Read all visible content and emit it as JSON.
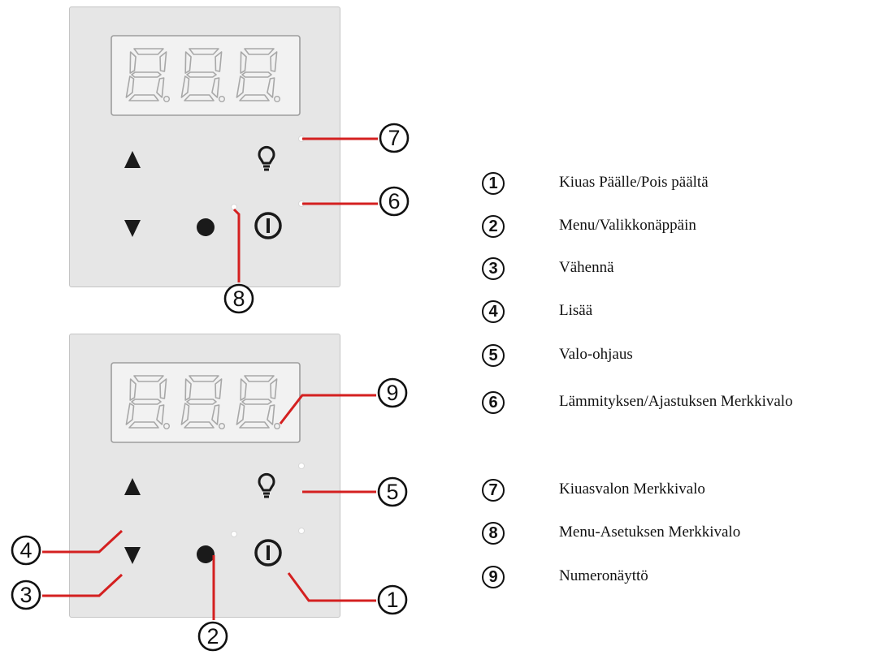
{
  "display": {
    "digit_count": 3
  },
  "panels": [
    {
      "name": "panel-overview",
      "callouts": [
        "7",
        "6",
        "8"
      ]
    },
    {
      "name": "panel-detail",
      "callouts": [
        "9",
        "5",
        "4",
        "1",
        "3",
        "2"
      ]
    }
  ],
  "legend": [
    {
      "num": "1",
      "label": "Kiuas Päälle/Pois päältä"
    },
    {
      "num": "2",
      "label": "Menu/Valikkonäppäin"
    },
    {
      "num": "3",
      "label": "Vähennä"
    },
    {
      "num": "4",
      "label": "Lisää"
    },
    {
      "num": "5",
      "label": "Valo-ohjaus"
    },
    {
      "num": "6",
      "label": "Lämmityksen/Ajastuksen Merkkivalo"
    },
    {
      "num": "7",
      "label": "Kiuasvalon Merkkivalo"
    },
    {
      "num": "8",
      "label": "Menu-Asetuksen Merkkivalo"
    },
    {
      "num": "9",
      "label": "Numeronäyttö"
    }
  ],
  "colors": {
    "leader_line": "#d42020",
    "panel_bg": "#e6e6e6",
    "display_bg": "#f2f2f2",
    "button_glyph": "#1a1a1a"
  },
  "icons": {
    "up": "triangle-up-icon",
    "down": "triangle-down-icon",
    "menu": "filled-circle-icon",
    "light": "light-bulb-icon",
    "power": "power-icon"
  }
}
